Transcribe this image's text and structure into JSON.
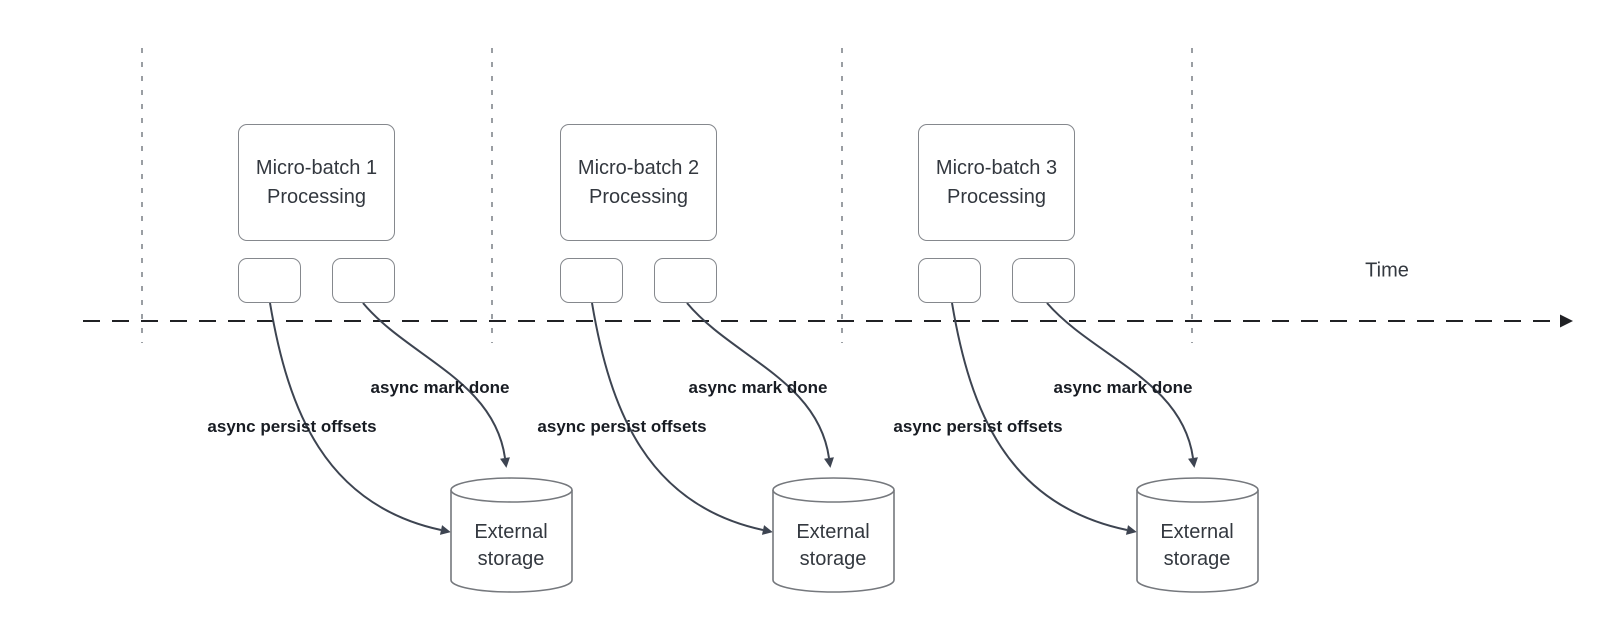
{
  "axis": {
    "time_label": "Time"
  },
  "batches": [
    {
      "title": "Micro-batch 1",
      "subtitle": "Processing",
      "persist_label": "async persist offsets",
      "done_label": "async mark done",
      "storage_line1": "External",
      "storage_line2": "storage"
    },
    {
      "title": "Micro-batch 2",
      "subtitle": "Processing",
      "persist_label": "async persist offsets",
      "done_label": "async mark done",
      "storage_line1": "External",
      "storage_line2": "storage"
    },
    {
      "title": "Micro-batch 3",
      "subtitle": "Processing",
      "persist_label": "async persist offsets",
      "done_label": "async mark done",
      "storage_line1": "External",
      "storage_line2": "storage"
    }
  ],
  "colors": {
    "background": "#ffffff",
    "axis_line": "#202124",
    "gridline": "#9a9ea3",
    "shape_border": "#85888d",
    "cylinder_border": "#75787d",
    "arrow": "#3d4451",
    "text": "#33383f",
    "label_text": "#181c23"
  }
}
